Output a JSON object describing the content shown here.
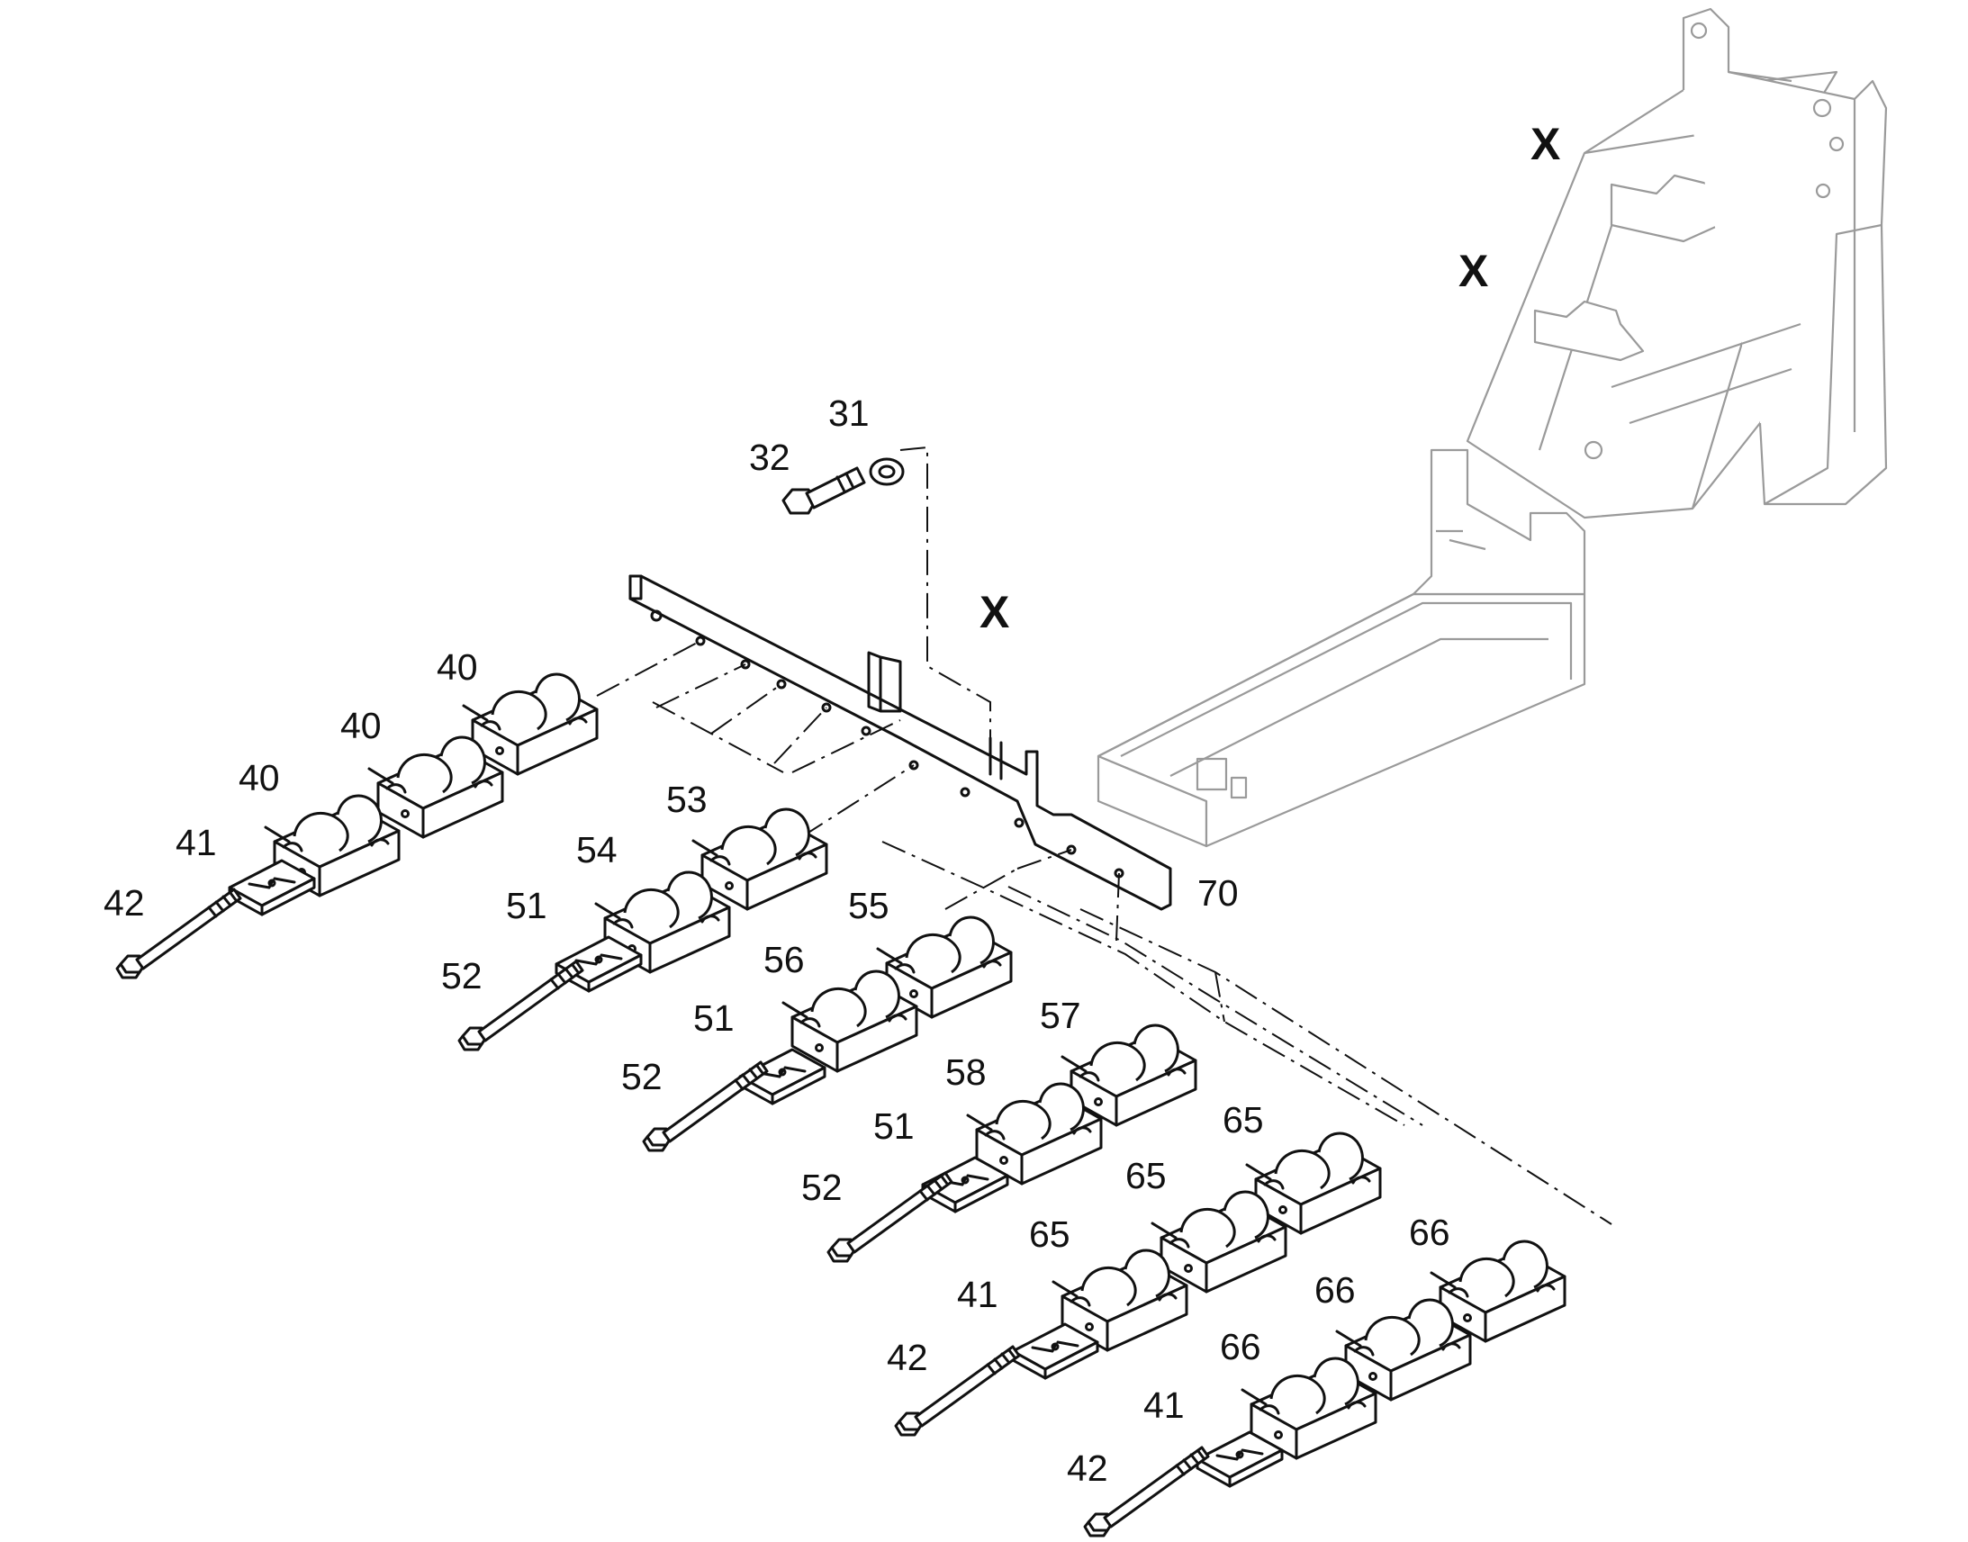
{
  "callouts": {
    "c31": "31",
    "c32": "32",
    "c70": "70",
    "c40a": "40",
    "c40b": "40",
    "c40c": "40",
    "c41a": "41",
    "c42a": "42",
    "c53": "53",
    "c54": "54",
    "c55": "55",
    "c56": "56",
    "c57": "57",
    "c58": "58",
    "c51a": "51",
    "c52a": "52",
    "c51b": "51",
    "c52b": "52",
    "c51c": "51",
    "c52c": "52",
    "c65a": "65",
    "c65b": "65",
    "c65c": "65",
    "c66a": "66",
    "c66b": "66",
    "c66c": "66",
    "c41b": "41",
    "c42b": "42",
    "c41c": "41",
    "c42c": "42"
  },
  "markers": {
    "x_main": "X",
    "x_upper": "X",
    "x_lower": "X"
  }
}
